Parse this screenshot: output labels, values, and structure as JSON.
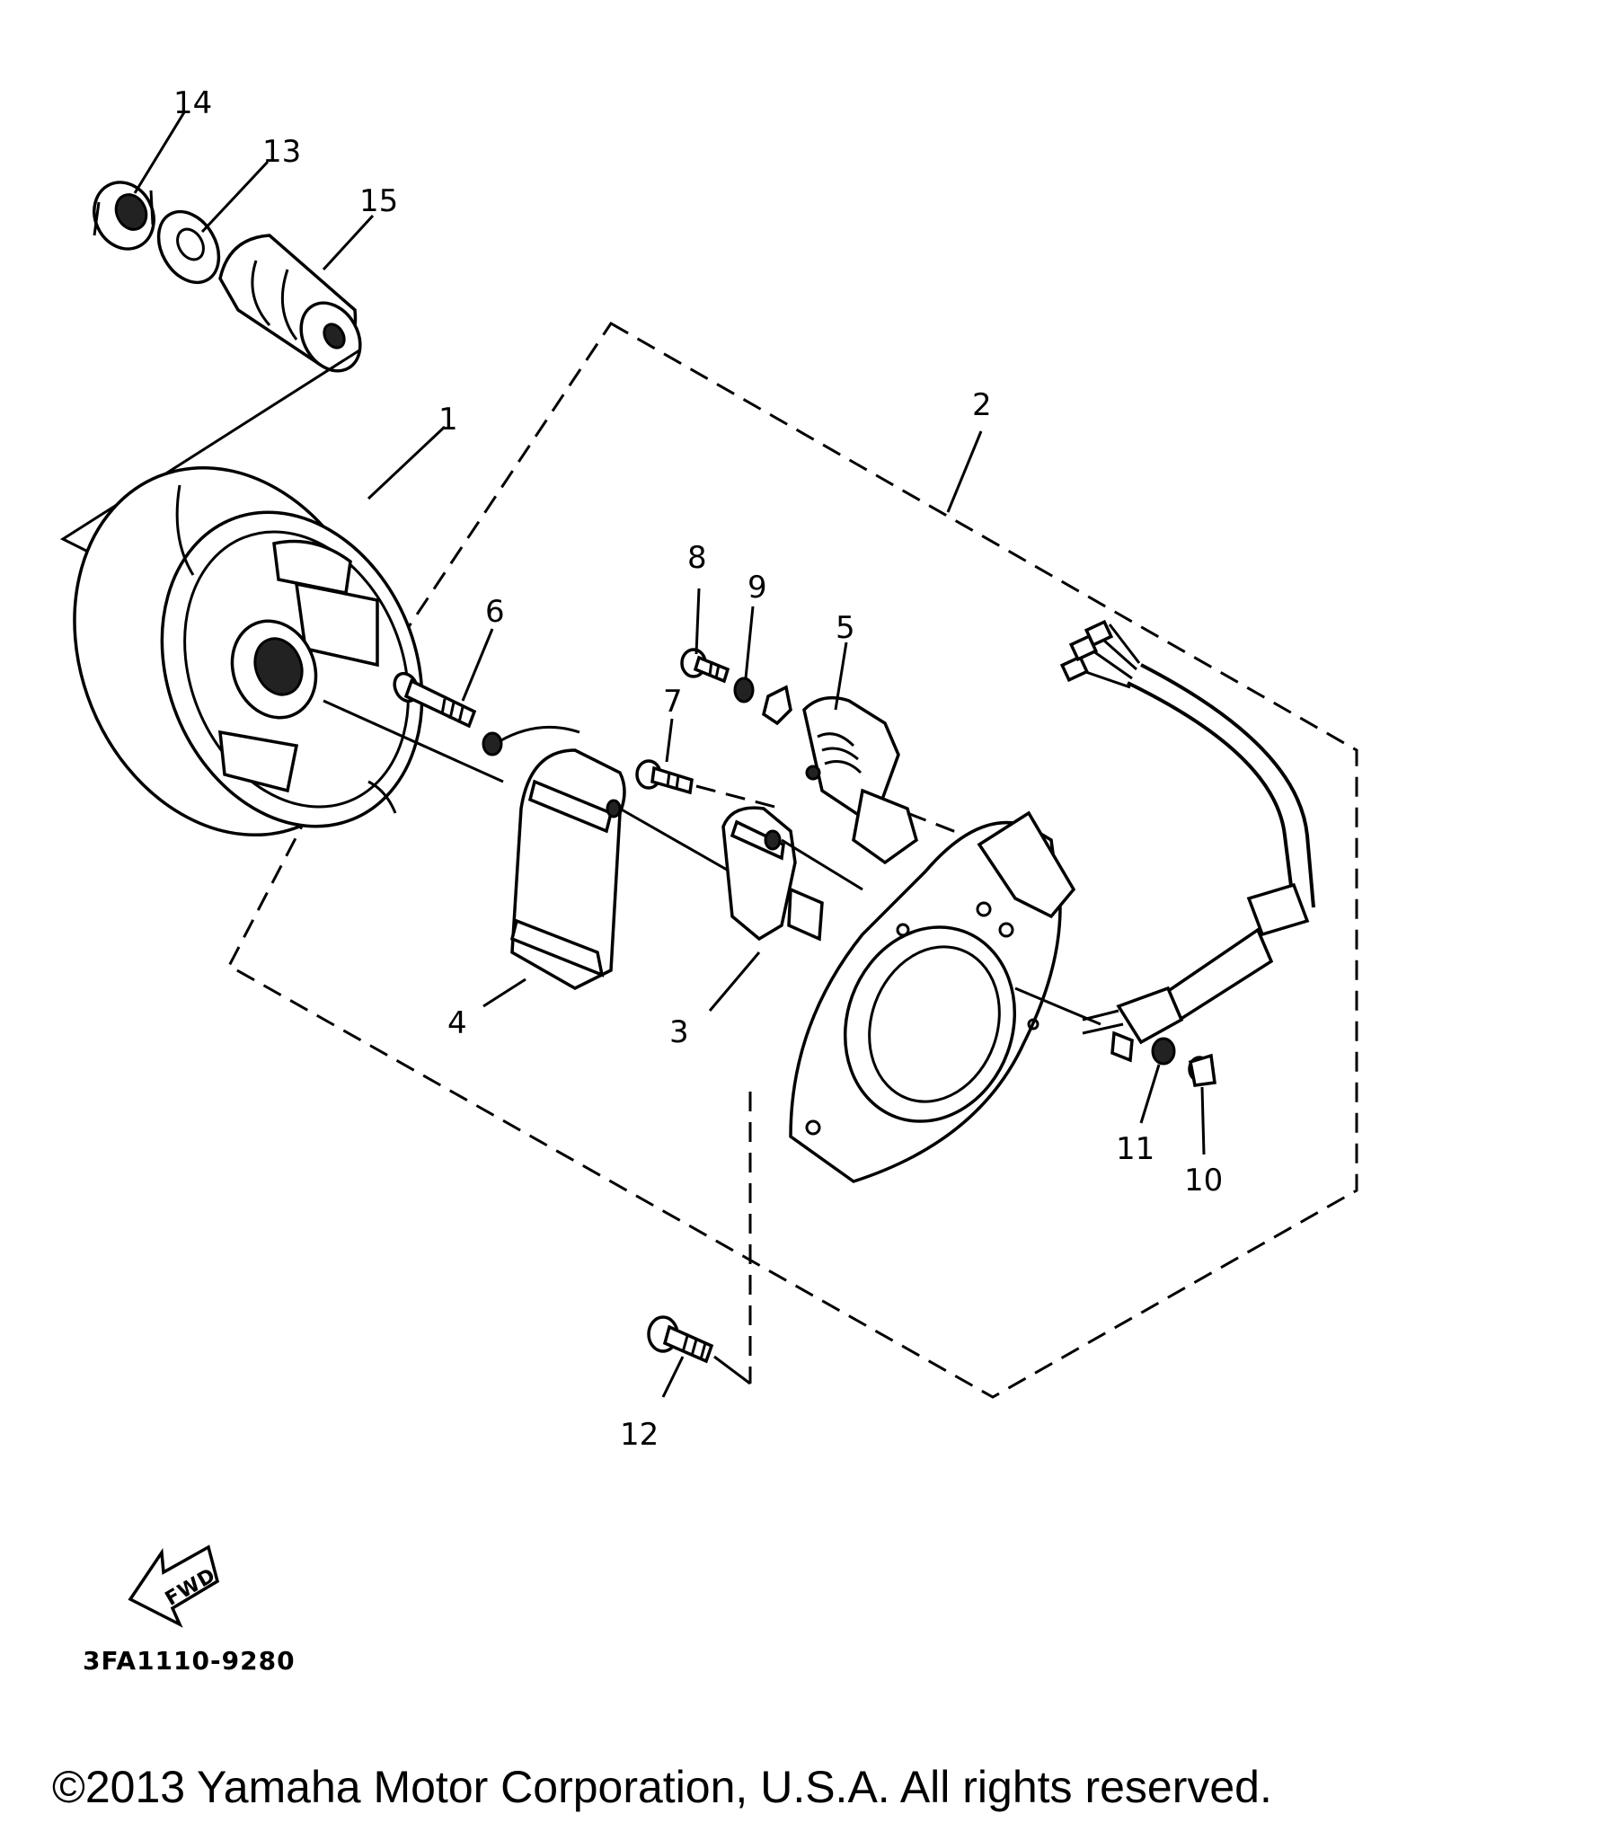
{
  "diagram": {
    "callouts": [
      "1",
      "2",
      "3",
      "4",
      "5",
      "6",
      "7",
      "8",
      "9",
      "10",
      "11",
      "12",
      "13",
      "14",
      "15"
    ],
    "fwd_label": "FWD",
    "figure_code": "3FA1110-9280",
    "copyright": "©2013 Yamaha Motor Corporation, U.S.A. All rights reserved."
  }
}
